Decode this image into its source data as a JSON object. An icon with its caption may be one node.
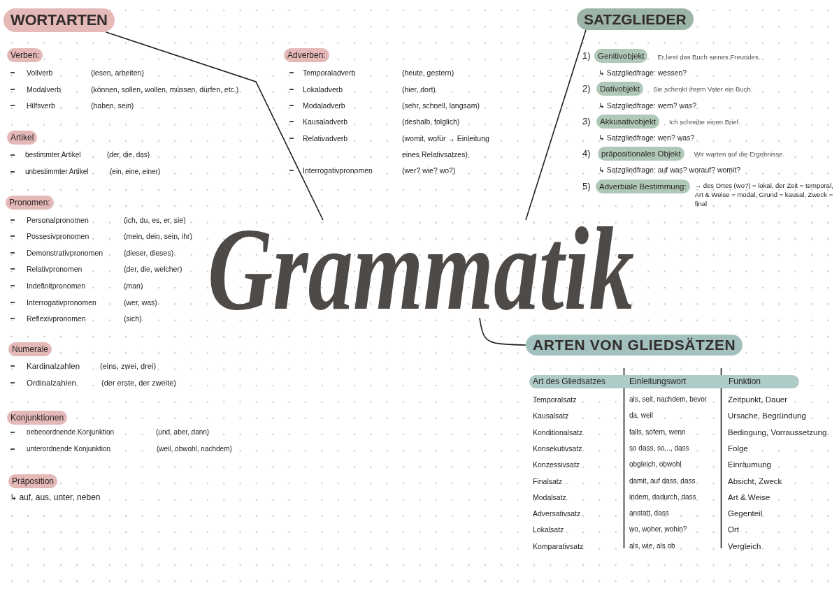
{
  "diagram": {
    "nodes": [
      {
        "text": [
          "WORTARTEN"
        ]
      },
      {
        "text": [
          "Verben:"
        ]
      },
      {
        "text": [
          "Artikel"
        ]
      },
      {
        "text": [
          "Pronomen:"
        ]
      },
      {
        "text": [
          "Numerale"
        ]
      },
      {
        "text": [
          "Konjunktionen"
        ]
      },
      {
        "text": [
          "Präposition"
        ]
      },
      {
        "text": [
          "Adverben:"
        ]
      },
      {
        "text": [
          "SATZGLIEDER"
        ]
      },
      {
        "text": [
          "Genitivobjekt"
        ],
        "beside": [
          "1)",
          "Er liest das Buch seines Freundes."
        ]
      },
      {
        "text": [
          "Dativobjekt"
        ],
        "beside": [
          "2)",
          "Sie schenkt ihrem Vater ein Buch."
        ]
      },
      {
        "text": [
          "Akkusativobjekt"
        ],
        "beside": [
          "3)",
          "Ich schreibe einen Brief."
        ]
      },
      {
        "text": [
          "präpositionales Objekt"
        ],
        "beside": [
          "4)",
          "Wir warten auf die Ergebnisse."
        ]
      },
      {
        "text": [
          "Adverbiale Bestimmung:"
        ],
        "beside": [
          "5)",
          "→ des Ortes (wo?) = lokal, der Zeit = temporal, Art & Weise = modal, Grund = kausal, Zweck = final"
        ]
      },
      {
        "text": [
          "Grammatik"
        ]
      },
      {
        "text": [
          "ARTEN VON GLIEDSÄTZEN"
        ]
      },
      {
        "text": [
          "Art des Gliedsatzes",
          "Einleitungswort",
          "Funktion"
        ]
      }
    ],
    "edges": [
      {
        "from": 0,
        "to": 14,
        "arrow": "none"
      },
      {
        "from": 8,
        "to": 14,
        "arrow": "none"
      },
      {
        "from": 14,
        "to": 15,
        "arrow": "none"
      }
    ],
    "labels": [
      "Vollverb",
      "(lesen, arbeiten)",
      "Modalverb",
      "(können, sollen, wollen, müssen, dürfen, etc.)",
      "Hilfsverb",
      "(haben, sein)",
      "bestimmter Artikel",
      "(der, die, das)",
      "unbestimmter Artikel",
      "(ein, eine, einer)",
      "Personalpronomen",
      "(ich, du, es, er, sie)",
      "Possesivpronomen",
      "(mein, dein, sein, ihr)",
      "Demonstrativpronomen",
      "(dieser, dieses)",
      "Relativpronomen",
      "(der, die, welcher)",
      "Indefinitpronomen",
      "(man)",
      "Interrogativpronomen",
      "(wer, was)",
      "Reflexivpronomen",
      "(sich)",
      "Kardinalzahlen",
      "(eins, zwei, drei)",
      "Ordinalzahlen",
      "(der erste, der zweite)",
      "nebenordnende Konjunktion",
      "(und, aber, dann)",
      "unterordnende Konjunktion",
      "(weil, obwohl, nachdem)",
      "↳ auf, aus, unter, neben",
      "Temporaladverb",
      "(heute, gestern)",
      "Lokaladverb",
      "(hier, dort)",
      "Modaladverb",
      "(sehr, schnell, langsam)",
      "Kausaladverb",
      "(deshalb, folglich)",
      "Relativadverb",
      "(womit, wofür → Einleitung eines Relativsatzes)",
      "Interrogativpronomen",
      "(wer? wie? wo?)",
      "↳ Satzgliedfrage: wessen?",
      "↳ Satzgliedfrage: wem? was?",
      "↳ Satzgliedfrage: wen? was?",
      "↳ Satzgliedfrage: auf was? worauf? womit?",
      "Temporalsatz",
      "als, seit, nachdem, bevor",
      "Zeitpunkt, Dauer",
      "Kausalsatz",
      "da, weil",
      "Ursache, Begründung",
      "Konditionalsatz",
      "falls, sofern, wenn",
      "Bedingung, Vorraussetzung",
      "Konsekutivsatz",
      "so dass, so..., dass",
      "Folge",
      "Konzessivsatz",
      "obgleich, obwohl",
      "Einräumung",
      "Finalsatz",
      "damit, auf dass, dass",
      "Absicht, Zweck",
      "Modalsatz",
      "indem, dadurch, dass",
      "Art & Weise",
      "Adversativsatz",
      "anstatt, dass",
      "Gegenteil",
      "Lokalsatz",
      "wo, woher, wohin?",
      "Ort",
      "Komparativsatz",
      "als, wie, als ob",
      "Vergleich"
    ]
  }
}
